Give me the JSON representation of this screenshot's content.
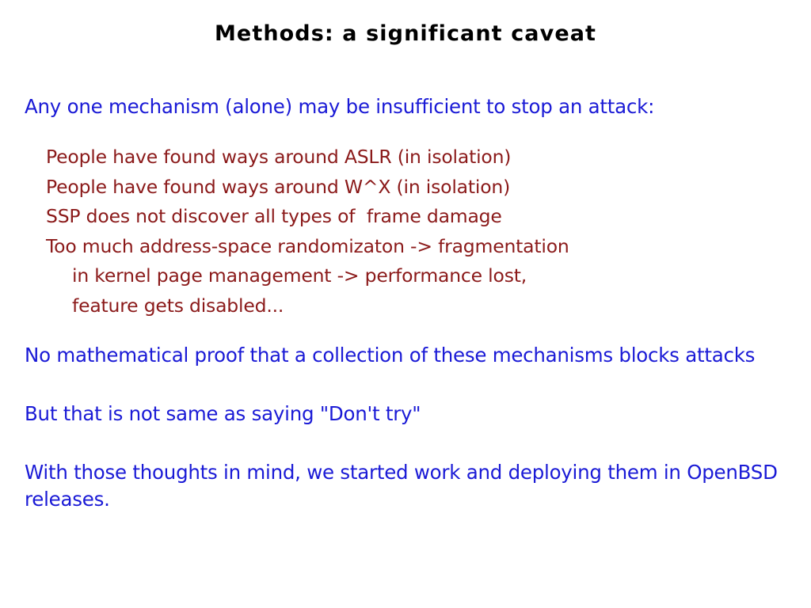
{
  "slide": {
    "title": "Methods: a significant caveat",
    "background_color": "#ffffff",
    "title_color": "#000000",
    "lead_color": "#1a1ad6",
    "bullet_color": "#8b1a1a",
    "lead_intro": "Any one mechanism (alone) may be insufficient to stop an attack:",
    "bullets": [
      {
        "text": "People have found ways around ASLR (in isolation)",
        "indent": 0
      },
      {
        "text": "People have found ways around W^X (in isolation)",
        "indent": 0
      },
      {
        "text": "SSP does not discover all types of  frame damage",
        "indent": 0
      },
      {
        "text": "Too much address-space randomizaton -> fragmentation",
        "indent": 0
      },
      {
        "text": "in kernel page management -> performance lost,",
        "indent": 1
      },
      {
        "text": "feature gets disabled...",
        "indent": 1
      }
    ],
    "paragraphs": [
      "No mathematical proof that a collection of these mechanisms blocks attacks",
      "But that is not same as saying \"Don't try\"",
      "With those thoughts in mind, we started work and deploying them in OpenBSD releases."
    ]
  }
}
